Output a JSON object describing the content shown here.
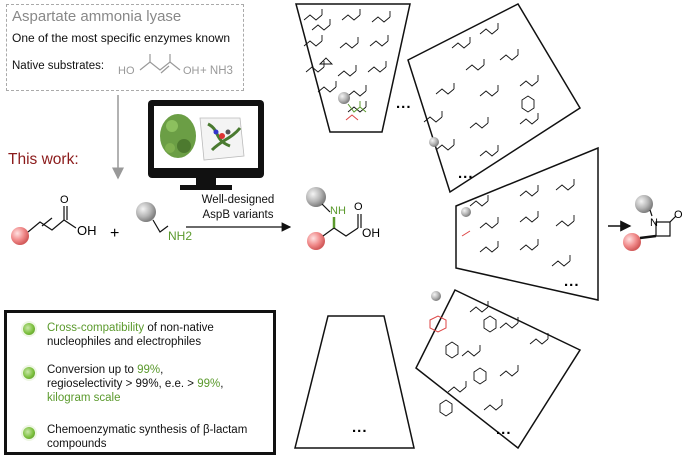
{
  "top_box": {
    "enzyme_name": "Aspartate ammonia lyase",
    "specific_text": "One of the most specific enzymes known",
    "substrates_label": "Native substrates:",
    "plus_nh3": "+ NH3",
    "acid_labels": [
      "HO",
      "OH"
    ]
  },
  "this_work_label": "This work:",
  "reaction": {
    "oh_label": "OH",
    "o_label": "O",
    "plus": "+",
    "nh2_label": "NH2",
    "nh_label": "NH",
    "variants_line1": "Well-designed",
    "variants_line2": "AspB variants"
  },
  "lactam": {
    "n_label": "N",
    "o_label": "O"
  },
  "features": [
    {
      "green": "Cross-compatibility",
      "text": " of non-native nucleophiles and electrophiles"
    },
    {
      "text": "Conversion up to ",
      "green": "99%",
      "text2": ", regioselectivity > 99%, e.e. > ",
      "green2": "99%",
      "text3": ",",
      "green3": "kilogram scale"
    },
    {
      "text": "Chemoenzymatic synthesis of β-lactam compounds"
    }
  ],
  "ellipsis": "...",
  "colors": {
    "accent_green": "#5b9a2d",
    "this_work_red": "#8b1a1a",
    "pink_ball": "#f08a8a",
    "grey_ball": "#b5b5b5"
  },
  "icons": [
    "computer-monitor-icon",
    "protein-structure-icon",
    "grey-sphere-icon",
    "pink-sphere-icon"
  ]
}
